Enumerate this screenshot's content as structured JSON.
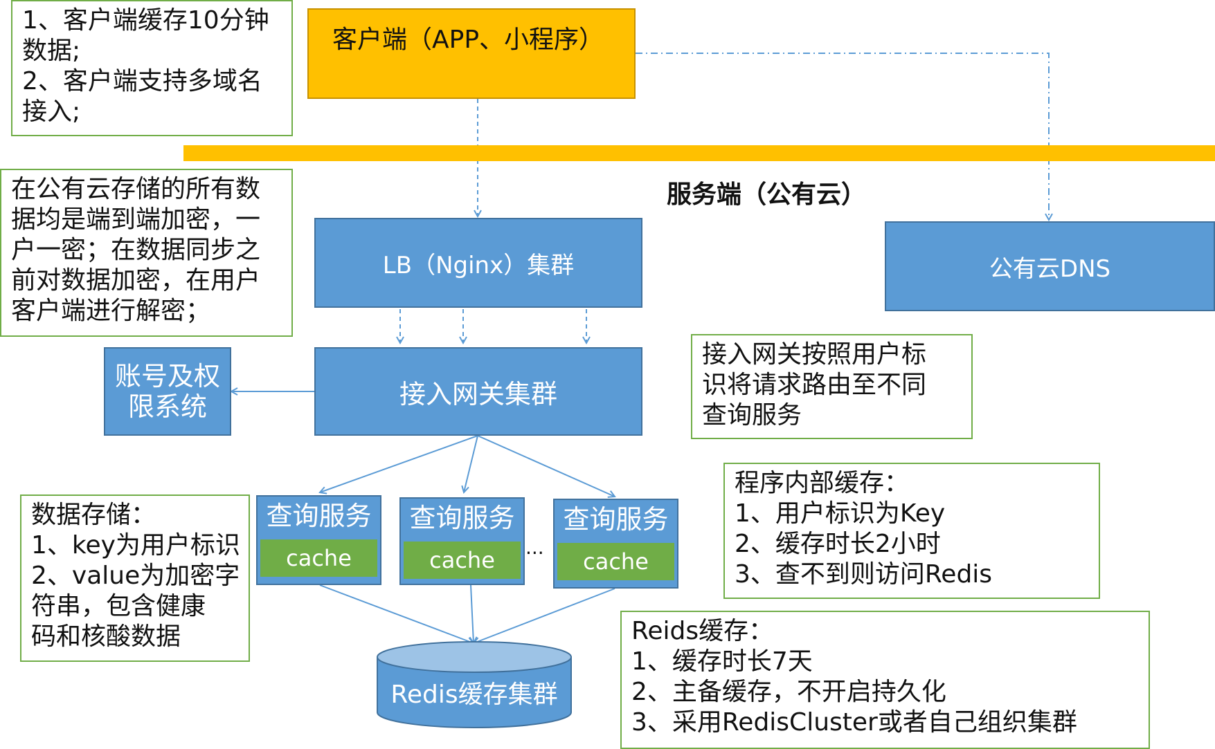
{
  "client": {
    "label": "客户端（APP、小程序）",
    "note": "1、客户端缓存10分钟\n数据;\n2、客户端支持多域名\n接入;"
  },
  "server": {
    "title": "服务端（公有云）",
    "encryption_note": "在公有云存储的所有数\n据均是端到端加密，一\n户一密；在数据同步之\n前对数据加密，在用户\n客户端进行解密；",
    "lb_label": "LB（Nginx）集群",
    "dns_label": "公有云DNS",
    "auth_label": "账号及权\n限系统",
    "gateway_label": "接入网关集群",
    "gateway_note": "接入网关按照用户标\n识将请求路由至不同\n查询服务",
    "query_services": [
      {
        "label": "查询服务",
        "cache": "cache"
      },
      {
        "label": "查询服务",
        "cache": "cache"
      },
      {
        "label": "查询服务",
        "cache": "cache"
      }
    ],
    "ellipsis": "...",
    "program_cache_note": "程序内部缓存：\n1、用户标识为Key\n2、缓存时长2小时\n3、查不到则访问Redis",
    "storage_note": "数据存储：\n1、key为用户标识\n2、value为加密字\n符串，包含健康\n码和核酸数据",
    "redis_label": "Redis缓存集群",
    "redis_note": "Reids缓存：\n1、缓存时长7天\n2、主备缓存，不开启持久化\n3、采用RedisCluster或者自己组织集群"
  },
  "colors": {
    "client_fill": "#ffc000",
    "service_fill": "#5b9bd5",
    "service_border": "#41719c",
    "cache_fill": "#70ad47",
    "note_border": "#70ad47"
  }
}
